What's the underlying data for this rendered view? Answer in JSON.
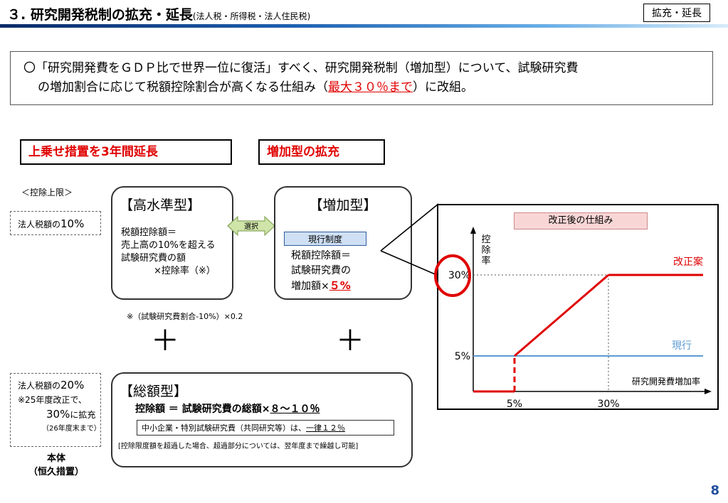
{
  "header": {
    "title": "３. 研究開発税制の拡充・延長",
    "subtitle": "(法人税・所得税・法人住民税)",
    "tag": "拡充・延長"
  },
  "lead": {
    "bullet": "〇",
    "line1": "「研究開発費をＧＤＰ比で世界一位に復活」すべく、研究開発税制（増加型）について、試験研究費",
    "line2_pre": "の増加割合に応じて税額控除割合が高くなる仕組み（",
    "line2_hl": "最大３０％まで",
    "line2_post": "）に改組。"
  },
  "section_left": "上乗せ措置を3年間延長",
  "section_right": "増加型の拡充",
  "limit_header": "＜控除上限＞",
  "limit1": {
    "pre": "法人税額の",
    "val": "10%"
  },
  "limit2": {
    "line1_pre": "法人税額の",
    "line1_val": "20%",
    "line2": "※25年度改正で、",
    "line3_val": "30%",
    "line3_post": "に拡充",
    "line4": "（26年度末まで）"
  },
  "main_body": {
    "line1": "本体",
    "line2": "（恒久措置）"
  },
  "high_level": {
    "title": "【高水準型】",
    "l1": "税額控除額＝",
    "l2": "売上高の10%を超える",
    "l3": "試験研究費の額",
    "l4": "×控除率（※）"
  },
  "select_label": "選択",
  "increase": {
    "title": "【増加型】",
    "badge": "現行制度",
    "l1": "税額控除額＝",
    "l2": "試験研究費の",
    "l3_pre": "増加額×",
    "l3_val": "５%"
  },
  "note": "※（試験研究費割合-10%）×0.2",
  "plus": "＋",
  "total": {
    "title": "【総額型】",
    "formula_pre": "控除額 ＝ 試験研究費の総額×",
    "formula_val": "８～１０％",
    "sme_pre": "中小企業・特別試験研究費（共同研究等）は、",
    "sme_val": "一律１２％",
    "foot": "[控除限度額を超過した場合、超過部分については、翌年度まで繰越し可能]"
  },
  "chart_data": {
    "type": "line",
    "title": "改正後の仕組み",
    "ylabel": "控除率",
    "xlabel": "研究開発費増加率",
    "y_ticks": [
      "5%",
      "30%"
    ],
    "x_ticks": [
      "5%",
      "30%"
    ],
    "series": [
      {
        "name": "改正案",
        "color": "#e00000",
        "points": [
          {
            "x": 0,
            "y": 0
          },
          {
            "x": 5,
            "y": 0
          },
          {
            "x": 5,
            "y": 5
          },
          {
            "x": 30,
            "y": 30
          },
          {
            "x": 40,
            "y": 30
          }
        ]
      },
      {
        "name": "現行",
        "color": "#5b9bd5",
        "points": [
          {
            "x": 0,
            "y": 5
          },
          {
            "x": 40,
            "y": 5
          }
        ]
      }
    ]
  },
  "page_number": "8",
  "colors": {
    "accent_red": "#e00000",
    "accent_blue": "#5b9bd5",
    "title_bar": "#1f5fb0"
  }
}
